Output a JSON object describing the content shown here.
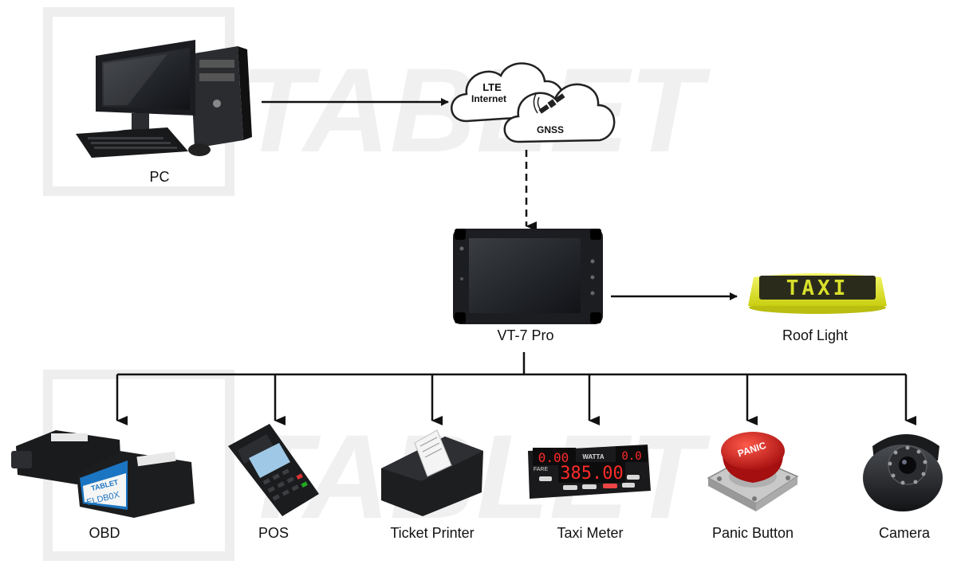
{
  "watermark": {
    "text": "TABLET"
  },
  "nodes": {
    "pc": {
      "label": "PC"
    },
    "cloud": {
      "lte_line1": "LTE",
      "lte_line2": "Internet",
      "gnss": "GNSS"
    },
    "tablet": {
      "label": "VT-7 Pro"
    },
    "roof_light": {
      "label": "Roof Light",
      "sign_text": "TAXI"
    },
    "obd": {
      "label": "OBD",
      "brand": "TABLET",
      "product": "ELDB0X"
    },
    "pos": {
      "label": "POS"
    },
    "ticket_printer": {
      "label": "Ticket Printer"
    },
    "taxi_meter": {
      "label": "Taxi Meter",
      "fare_caption": "FARE",
      "left_display": "0.00",
      "right_display": "0.0",
      "main_display": "385.00",
      "brand": "WATTA"
    },
    "panic_button": {
      "label": "Panic Button",
      "cap_text": "PANIC"
    },
    "camera": {
      "label": "Camera"
    }
  },
  "colors": {
    "line": "#111111",
    "watermark": "#eeeeee",
    "roof_light": "#e6ec1c",
    "meter_led": "#ff2a2a",
    "panic_red": "#d61f1f",
    "pos_screen": "#9fc8e6"
  }
}
